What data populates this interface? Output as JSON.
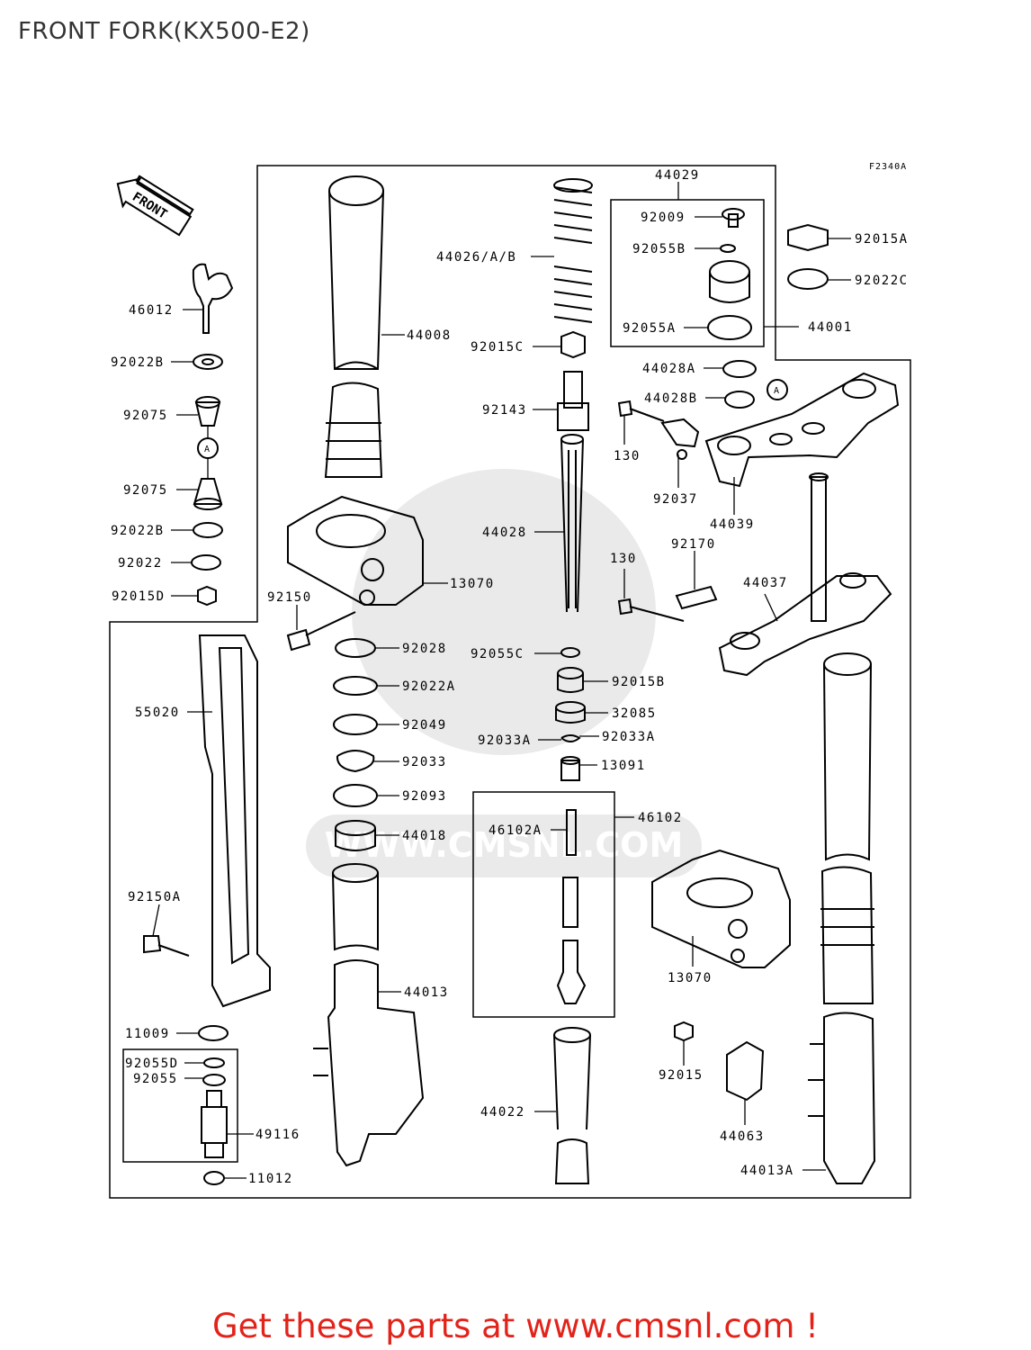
{
  "title": "FRONT FORK(KX500-E2)",
  "figure_code": "F2340A",
  "front_arrow": "FRONT",
  "ref_marker": "A",
  "watermark": "WWW.CMSNL.COM",
  "cta": "Get these parts at www.cmsnl.com !",
  "labels": {
    "p44029": "44029",
    "p92009": "92009",
    "p92055B": "92055B",
    "p92055A": "92055A",
    "p44001": "44001",
    "p92015A": "92015A",
    "p92022C": "92022C",
    "p44026": "44026/A/B",
    "p92015C": "92015C",
    "p92143": "92143",
    "p44028": "44028",
    "p92055C": "92055C",
    "p92015B": "92015B",
    "p32085": "32085",
    "p92033A_l": "92033A",
    "p92033A_r": "92033A",
    "p13091": "13091",
    "p46102A": "46102A",
    "p46102": "46102",
    "p44022": "44022",
    "p44008": "44008",
    "p13070_a": "13070",
    "p92150": "92150",
    "p92028": "92028",
    "p92022A": "92022A",
    "p92049": "92049",
    "p92033": "92033",
    "p92093": "92093",
    "p44018": "44018",
    "p44013": "44013",
    "p46012": "46012",
    "p92022B_a": "92022B",
    "p92075_a": "92075",
    "p92075_b": "92075",
    "p92022B_b": "92022B",
    "p92022": "92022",
    "p92015D": "92015D",
    "p55020": "55020",
    "p92150A": "92150A",
    "p11009": "11009",
    "p92055D": "92055D",
    "p92055": "92055",
    "p49116": "49116",
    "p11012": "11012",
    "p44028A": "44028A",
    "p44028B": "44028B",
    "p130_a": "130",
    "p92037": "92037",
    "p44039": "44039",
    "p130_b": "130",
    "p92170": "92170",
    "p44037": "44037",
    "p13070_b": "13070",
    "p92015": "92015",
    "p44063": "44063",
    "p44013A": "44013A"
  }
}
